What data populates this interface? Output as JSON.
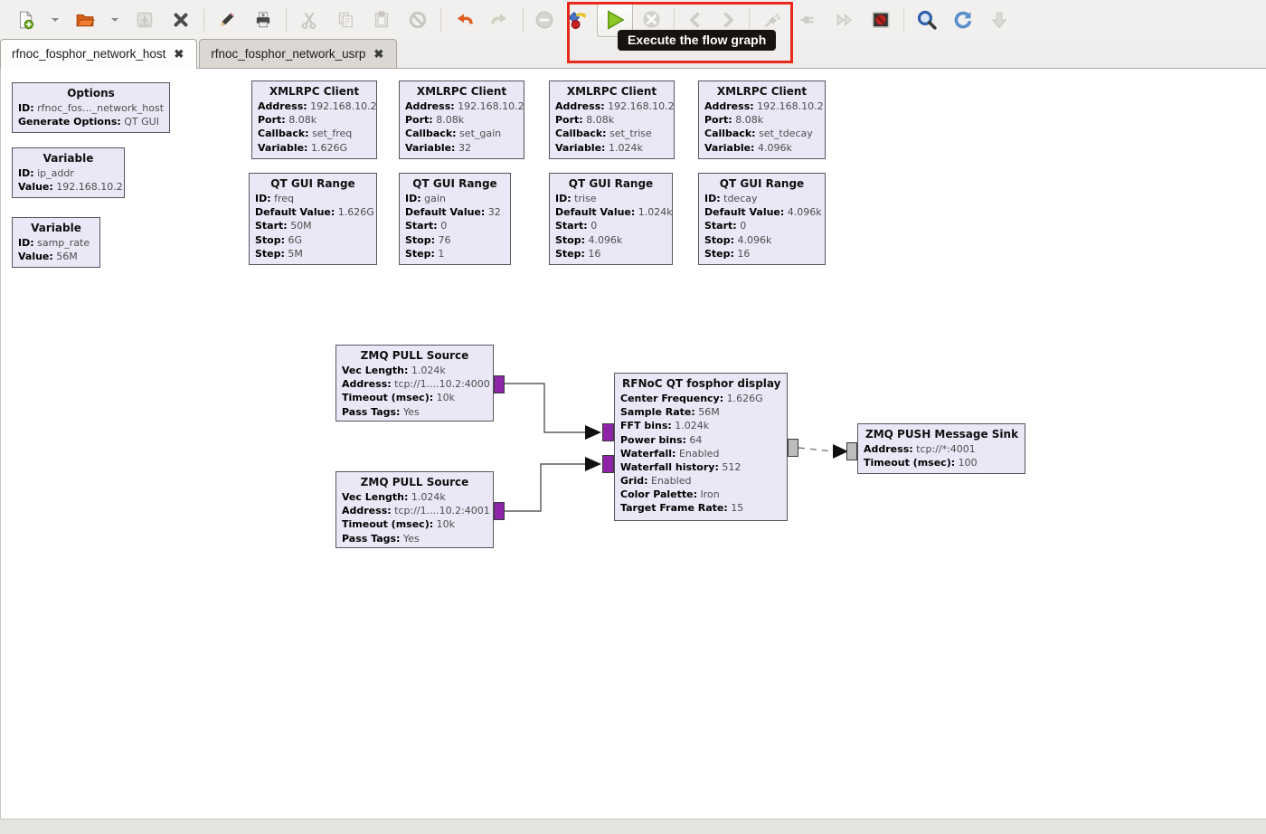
{
  "toolbar": {
    "tooltip": "Execute the flow graph",
    "icons": [
      "new-file-icon",
      "dropdown-caret-icon",
      "open-folder-icon",
      "dropdown-caret-icon",
      "save-icon",
      "close-x-icon",
      "pencil-icon",
      "printer-icon",
      "scissors-icon",
      "copy-icon",
      "clipboard-icon",
      "no-entry-icon",
      "undo-arrow-icon",
      "redo-arrow-icon",
      "minus-circle-icon",
      "flowgraph-errors-icon",
      "play-icon",
      "kill-x-circle-icon",
      "chevron-left-icon",
      "chevron-right-icon",
      "plug-diagonal-icon",
      "plug-icon",
      "fast-forward-icon",
      "screen-stop-icon",
      "magnifier-icon",
      "reload-icon",
      "down-arrow-icon"
    ]
  },
  "tabs": [
    {
      "label": "rfnoc_fosphor_network_host",
      "close": "✖"
    },
    {
      "label": "rfnoc_fosphor_network_usrp",
      "close": "✖"
    }
  ],
  "colors": {
    "port_purple": "#8e24a8",
    "highlight_red": "#e8291c",
    "block_background": "#ebe7f6",
    "play_green": "#8ac928"
  },
  "blocks": {
    "options": {
      "title": "Options",
      "params": [
        {
          "k": "ID:",
          "v": "rfnoc_fos..._network_host"
        },
        {
          "k": "Generate Options:",
          "v": "QT GUI"
        }
      ]
    },
    "var_ip": {
      "title": "Variable",
      "params": [
        {
          "k": "ID:",
          "v": "ip_addr"
        },
        {
          "k": "Value:",
          "v": "192.168.10.2"
        }
      ]
    },
    "var_samp": {
      "title": "Variable",
      "params": [
        {
          "k": "ID:",
          "v": "samp_rate"
        },
        {
          "k": "Value:",
          "v": "56M"
        }
      ]
    },
    "xmlrpc1": {
      "title": "XMLRPC Client",
      "params": [
        {
          "k": "Address:",
          "v": "192.168.10.2"
        },
        {
          "k": "Port:",
          "v": "8.08k"
        },
        {
          "k": "Callback:",
          "v": "set_freq"
        },
        {
          "k": "Variable:",
          "v": "1.626G"
        }
      ]
    },
    "xmlrpc2": {
      "title": "XMLRPC Client",
      "params": [
        {
          "k": "Address:",
          "v": "192.168.10.2"
        },
        {
          "k": "Port:",
          "v": "8.08k"
        },
        {
          "k": "Callback:",
          "v": "set_gain"
        },
        {
          "k": "Variable:",
          "v": "32"
        }
      ]
    },
    "xmlrpc3": {
      "title": "XMLRPC Client",
      "params": [
        {
          "k": "Address:",
          "v": "192.168.10.2"
        },
        {
          "k": "Port:",
          "v": "8.08k"
        },
        {
          "k": "Callback:",
          "v": "set_trise"
        },
        {
          "k": "Variable:",
          "v": "1.024k"
        }
      ]
    },
    "xmlrpc4": {
      "title": "XMLRPC Client",
      "params": [
        {
          "k": "Address:",
          "v": "192.168.10.2"
        },
        {
          "k": "Port:",
          "v": "8.08k"
        },
        {
          "k": "Callback:",
          "v": "set_tdecay"
        },
        {
          "k": "Variable:",
          "v": "4.096k"
        }
      ]
    },
    "range1": {
      "title": "QT GUI Range",
      "params": [
        {
          "k": "ID:",
          "v": "freq"
        },
        {
          "k": "Default Value:",
          "v": "1.626G"
        },
        {
          "k": "Start:",
          "v": "50M"
        },
        {
          "k": "Stop:",
          "v": "6G"
        },
        {
          "k": "Step:",
          "v": "5M"
        }
      ]
    },
    "range2": {
      "title": "QT GUI Range",
      "params": [
        {
          "k": "ID:",
          "v": "gain"
        },
        {
          "k": "Default Value:",
          "v": "32"
        },
        {
          "k": "Start:",
          "v": "0"
        },
        {
          "k": "Stop:",
          "v": "76"
        },
        {
          "k": "Step:",
          "v": "1"
        }
      ]
    },
    "range3": {
      "title": "QT GUI Range",
      "params": [
        {
          "k": "ID:",
          "v": "trise"
        },
        {
          "k": "Default Value:",
          "v": "1.024k"
        },
        {
          "k": "Start:",
          "v": "0"
        },
        {
          "k": "Stop:",
          "v": "4.096k"
        },
        {
          "k": "Step:",
          "v": "16"
        }
      ]
    },
    "range4": {
      "title": "QT GUI Range",
      "params": [
        {
          "k": "ID:",
          "v": "tdecay"
        },
        {
          "k": "Default Value:",
          "v": "4.096k"
        },
        {
          "k": "Start:",
          "v": "0"
        },
        {
          "k": "Stop:",
          "v": "4.096k"
        },
        {
          "k": "Step:",
          "v": "16"
        }
      ]
    },
    "zmq1": {
      "title": "ZMQ PULL Source",
      "params": [
        {
          "k": "Vec Length:",
          "v": "1.024k"
        },
        {
          "k": "Address:",
          "v": "tcp://1....10.2:4000"
        },
        {
          "k": "Timeout (msec):",
          "v": "10k"
        },
        {
          "k": "Pass Tags:",
          "v": "Yes"
        }
      ]
    },
    "zmq2": {
      "title": "ZMQ PULL Source",
      "params": [
        {
          "k": "Vec Length:",
          "v": "1.024k"
        },
        {
          "k": "Address:",
          "v": "tcp://1....10.2:4001"
        },
        {
          "k": "Timeout (msec):",
          "v": "10k"
        },
        {
          "k": "Pass Tags:",
          "v": "Yes"
        }
      ]
    },
    "fosphor": {
      "title": "RFNoC QT fosphor display",
      "params": [
        {
          "k": "Center Frequency:",
          "v": "1.626G"
        },
        {
          "k": "Sample Rate:",
          "v": "56M"
        },
        {
          "k": "FFT bins:",
          "v": "1.024k"
        },
        {
          "k": "Power bins:",
          "v": "64"
        },
        {
          "k": "Waterfall:",
          "v": "Enabled"
        },
        {
          "k": "Waterfall history:",
          "v": "512"
        },
        {
          "k": "Grid:",
          "v": "Enabled"
        },
        {
          "k": "Color Palette:",
          "v": "Iron"
        },
        {
          "k": "Target Frame Rate:",
          "v": "15"
        }
      ]
    },
    "sink": {
      "title": "ZMQ PUSH Message Sink",
      "params": [
        {
          "k": "Address:",
          "v": "tcp://*:4001"
        },
        {
          "k": "Timeout (msec):",
          "v": "100"
        }
      ]
    }
  }
}
